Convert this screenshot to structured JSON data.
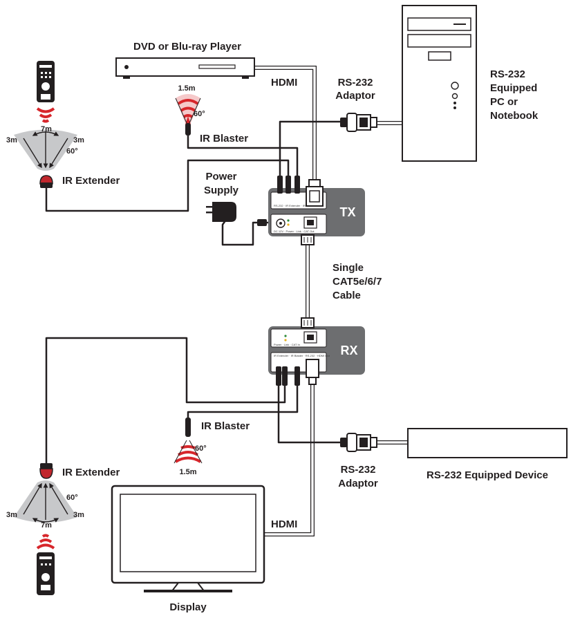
{
  "labels": {
    "dvd_player": "DVD or Blu-ray Player",
    "hdmi_top": "HDMI",
    "hdmi_bottom": "HDMI",
    "rs232_adaptor_top_line1": "RS-232",
    "rs232_adaptor_top_line2": "Adaptor",
    "rs232_adaptor_bottom_line1": "RS-232",
    "rs232_adaptor_bottom_line2": "Adaptor",
    "pc_line1": "RS-232",
    "pc_line2": "Equipped",
    "pc_line3": "PC or",
    "pc_line4": "Notebook",
    "ir_blaster_top": "IR Blaster",
    "ir_blaster_bottom": "IR Blaster",
    "ir_extender_top": "IR Extender",
    "ir_extender_bottom": "IR Extender",
    "power_line1": "Power",
    "power_line2": "Supply",
    "cable_line1": "Single",
    "cable_line2": "CAT5e/6/7",
    "cable_line3": "Cable",
    "rs232_device": "RS-232 Equipped Device",
    "display": "Display",
    "tx": "TX",
    "rx": "RX"
  },
  "measurements": {
    "blaster_top_range": "1.5m",
    "blaster_top_angle": "60°",
    "blaster_bottom_range": "1.5m",
    "blaster_bottom_angle": "60°",
    "ext_top_left": "3m",
    "ext_top_center": "7m",
    "ext_top_right": "3m",
    "ext_top_angle": "60°",
    "ext_bottom_left": "3m",
    "ext_bottom_center": "7m",
    "ext_bottom_right": "3m",
    "ext_bottom_angle": "60°"
  },
  "panel_text": {
    "tx_ports_top": "RS-232 · IR Extender · IR Blaster",
    "tx_ports_bottom": "DC 12V · Power · Link · CAT Out",
    "rx_ports_top": "Power · Link · CAT In",
    "rx_ports_bottom": "IR Extender · IR Blaster · RS-232 · HDMI Out"
  },
  "colors": {
    "ir_signal": "#d7262b",
    "unit_body": "#6d6e70",
    "coverage": "#c7c8ca",
    "extender_eye": "#c1272d"
  }
}
